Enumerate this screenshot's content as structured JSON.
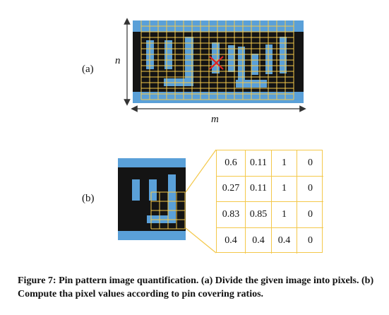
{
  "panel_a": {
    "label": "(a)",
    "n_label": "n",
    "m_label": "m"
  },
  "panel_b": {
    "label": "(b)",
    "table": [
      [
        "0.6",
        "0.11",
        "1",
        "0"
      ],
      [
        "0.27",
        "0.11",
        "1",
        "0"
      ],
      [
        "0.83",
        "0.85",
        "1",
        "0"
      ],
      [
        "0.4",
        "0.4",
        "0.4",
        "0"
      ]
    ]
  },
  "caption": {
    "figure_label": "Figure 7:",
    "text": " Pin pattern image quantification. (a) Divide the given image into pixels. (b) Compute tha pixel values according to pin covering ratios."
  },
  "colors": {
    "background": "#141414",
    "pin_blue": "#5aa0d8",
    "grid_yellow": "#f4c84a",
    "cross_red": "#e02020"
  }
}
